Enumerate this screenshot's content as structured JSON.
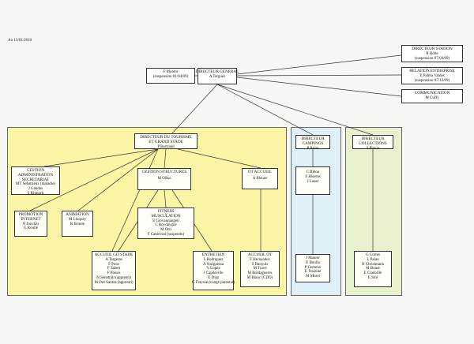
{
  "date_stamp": "Au 13/01/2010",
  "nodes": {
    "montor": {
      "lines": [
        "F Montor",
        "(suspension 01/04/09)"
      ]
    },
    "dg": {
      "lines": [
        "DIRECTEUR GENERAL",
        "A Targues"
      ]
    },
    "station": {
      "lines": [
        "DIRECTEUR STATION",
        "R Boîte",
        "(suspension 07/04/09)"
      ]
    },
    "relation": {
      "lines": [
        "RELATION ENTREPRISE",
        "E Palma Valdes",
        "(suspension 07/12/09)"
      ]
    },
    "communication": {
      "lines": [
        "COMMUNICATION",
        "M Cuffy"
      ]
    },
    "tourisme": {
      "lines": [
        "DIRECTEUR DU TOURISME",
        "ET GRAND STADE",
        "P Bertrand"
      ]
    },
    "campings": {
      "lines": [
        "DIRECTEUR",
        "CAMPINGS",
        "P Palau"
      ]
    },
    "collections": {
      "lines": [
        "DIRECTEUR",
        "COLLECTIONS",
        "S Plavas"
      ]
    },
    "gestion_admin": {
      "lines": [
        "GESTION",
        "ADMINISTRATION",
        "SECRETARIAT",
        "MT Sebattieux (maladie)",
        "J Gaudas",
        "S Kinnack"
      ]
    },
    "gestion_structures": {
      "lines": [
        "GESTION  STRUCTURES",
        "M Oliko"
      ]
    },
    "ot_accueil": {
      "lines": [
        "OT ACCUEIL",
        "A Bleuze"
      ]
    },
    "promotion": {
      "lines": [
        "PROMOTION",
        "INTERNET",
        "N Jonclair",
        "G Roullé"
      ]
    },
    "animation": {
      "lines": [
        "ANIMATION",
        "M Lluquey",
        "R Brunte"
      ]
    },
    "fitness": {
      "lines": [
        "FITNESS",
        "MUSCULATION",
        "E Giovannangeli",
        "C Roydaygue",
        "M Orti",
        "F Cabirirod (suspendu)"
      ]
    },
    "accueil_gd_stade": {
      "lines": [
        "ACCUEIL GD STADE",
        "A Targeras",
        "F Pons",
        "F Tabert",
        "F Pleuss",
        "N Sénetrait (apprenti)",
        "M Des Santos (apprenti)"
      ]
    },
    "entretien": {
      "lines": [
        "ENTRETIEN",
        "L Rodriguez",
        "A Yurigaessa",
        "Y Lopez",
        "J Capdeville",
        "U Díaz",
        "C Frayssé (congé parental)"
      ]
    },
    "accueil_ot": {
      "lines": [
        "ACCUEIL OT",
        "F Hernandez",
        "S Banyuls",
        "M Travé",
        "M Bordagueres",
        "M Blanc (CDD)"
      ]
    },
    "campings_mid": {
      "lines": [
        "C Ribou",
        "S Hiserus",
        "J Lauer"
      ]
    },
    "campings_low": {
      "lines": [
        "J Maurer",
        "E Boulla",
        "P Cemeno",
        "E Traizine",
        "M Morel"
      ]
    },
    "collections_low": {
      "lines": [
        "G Cortes",
        "L Palau",
        "N Christmann",
        "M Bouet",
        "E Cladoille",
        "E Siré"
      ]
    }
  },
  "colors": {
    "tourism_panel": "#fbf6a6",
    "campings_panel": "#dff0f8",
    "collections_panel": "#e9f2cf",
    "lines": "#333333"
  }
}
